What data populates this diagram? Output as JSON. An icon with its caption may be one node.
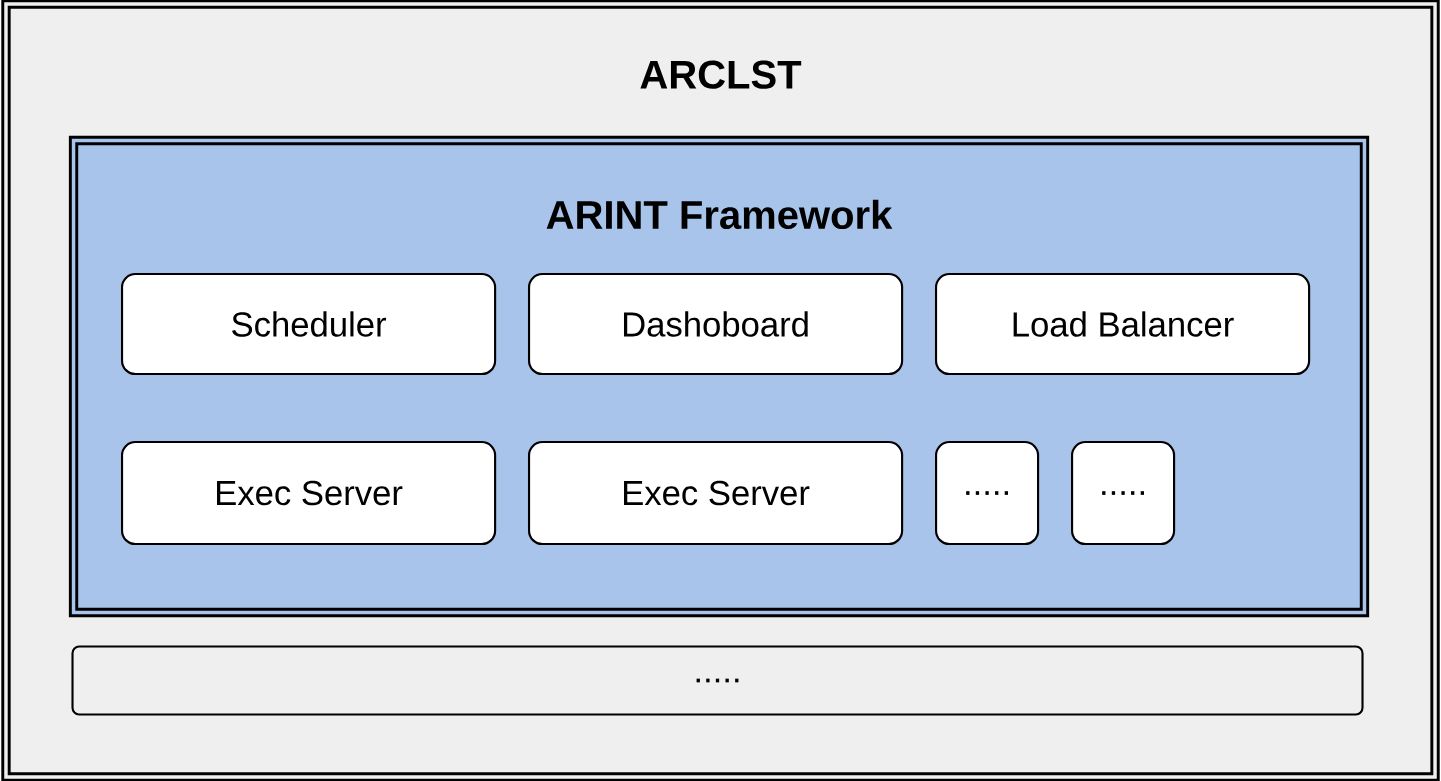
{
  "diagram": {
    "nodes": [
      {
        "text": [
          "ARCLST"
        ]
      },
      {
        "text": [
          "ARINT Framework"
        ],
        "in": 0
      },
      {
        "text": [
          "Scheduler"
        ],
        "in": 1
      },
      {
        "text": [
          "Dashoboard"
        ],
        "in": 1
      },
      {
        "text": [
          "Load Balancer"
        ],
        "in": 1
      },
      {
        "text": [
          "Exec Server"
        ],
        "in": 1
      },
      {
        "text": [
          "Exec Server"
        ],
        "in": 1
      },
      {
        "text": [
          "....."
        ],
        "in": 1
      },
      {
        "text": [
          "....."
        ],
        "in": 1
      },
      {
        "text": [
          "....."
        ],
        "in": 0
      }
    ]
  }
}
